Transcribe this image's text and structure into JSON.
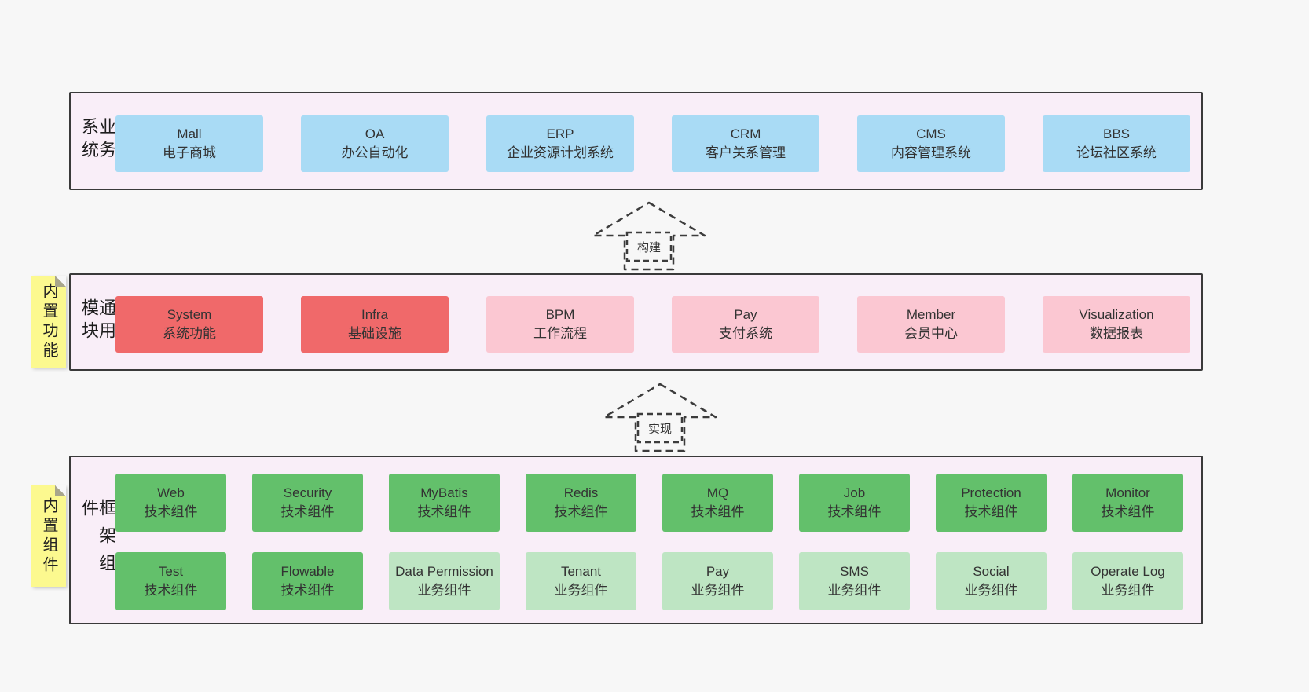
{
  "layers": {
    "business": {
      "side_label": "业务系统",
      "boxes": [
        {
          "title": "Mall",
          "subtitle": "电子商城"
        },
        {
          "title": "OA",
          "subtitle": "办公自动化"
        },
        {
          "title": "ERP",
          "subtitle": "企业资源计划系统"
        },
        {
          "title": "CRM",
          "subtitle": "客户关系管理"
        },
        {
          "title": "CMS",
          "subtitle": "内容管理系统"
        },
        {
          "title": "BBS",
          "subtitle": "论坛社区系统"
        }
      ]
    },
    "modules": {
      "side_label": "通用模块",
      "sticky_label": "内置功能",
      "boxes": [
        {
          "title": "System",
          "subtitle": "系统功能",
          "variant": "red"
        },
        {
          "title": "Infra",
          "subtitle": "基础设施",
          "variant": "red"
        },
        {
          "title": "BPM",
          "subtitle": "工作流程",
          "variant": "pink"
        },
        {
          "title": "Pay",
          "subtitle": "支付系统",
          "variant": "pink"
        },
        {
          "title": "Member",
          "subtitle": "会员中心",
          "variant": "pink"
        },
        {
          "title": "Visualization",
          "subtitle": "数据报表",
          "variant": "pink"
        }
      ]
    },
    "components": {
      "side_label": "框架组件",
      "sticky_label": "内置组件",
      "row1": [
        {
          "title": "Web",
          "subtitle": "技术组件",
          "variant": "green-dark"
        },
        {
          "title": "Security",
          "subtitle": "技术组件",
          "variant": "green-dark"
        },
        {
          "title": "MyBatis",
          "subtitle": "技术组件",
          "variant": "green-dark"
        },
        {
          "title": "Redis",
          "subtitle": "技术组件",
          "variant": "green-dark"
        },
        {
          "title": "MQ",
          "subtitle": "技术组件",
          "variant": "green-dark"
        },
        {
          "title": "Job",
          "subtitle": "技术组件",
          "variant": "green-dark"
        },
        {
          "title": "Protection",
          "subtitle": "技术组件",
          "variant": "green-dark"
        },
        {
          "title": "Monitor",
          "subtitle": "技术组件",
          "variant": "green-dark"
        }
      ],
      "row2": [
        {
          "title": "Test",
          "subtitle": "技术组件",
          "variant": "green-dark"
        },
        {
          "title": "Flowable",
          "subtitle": "技术组件",
          "variant": "green-dark"
        },
        {
          "title": "Data Permission",
          "subtitle": "业务组件",
          "variant": "green-light"
        },
        {
          "title": "Tenant",
          "subtitle": "业务组件",
          "variant": "green-light"
        },
        {
          "title": "Pay",
          "subtitle": "业务组件",
          "variant": "green-light"
        },
        {
          "title": "SMS",
          "subtitle": "业务组件",
          "variant": "green-light"
        },
        {
          "title": "Social",
          "subtitle": "业务组件",
          "variant": "green-light"
        },
        {
          "title": "Operate Log",
          "subtitle": "业务组件",
          "variant": "green-light"
        }
      ]
    }
  },
  "arrows": {
    "build": "构建",
    "implement": "实现"
  },
  "colors": {
    "blue": "#a9dbf5",
    "red": "#f0696a",
    "pink": "#fbc7d2",
    "green_dark": "#63c06b",
    "green_light": "#bee5c3",
    "sticky": "#fcf98f",
    "panel_bg": "#f9eef8",
    "panel_border": "#3a3a3a",
    "page_bg": "#f7f7f7"
  }
}
